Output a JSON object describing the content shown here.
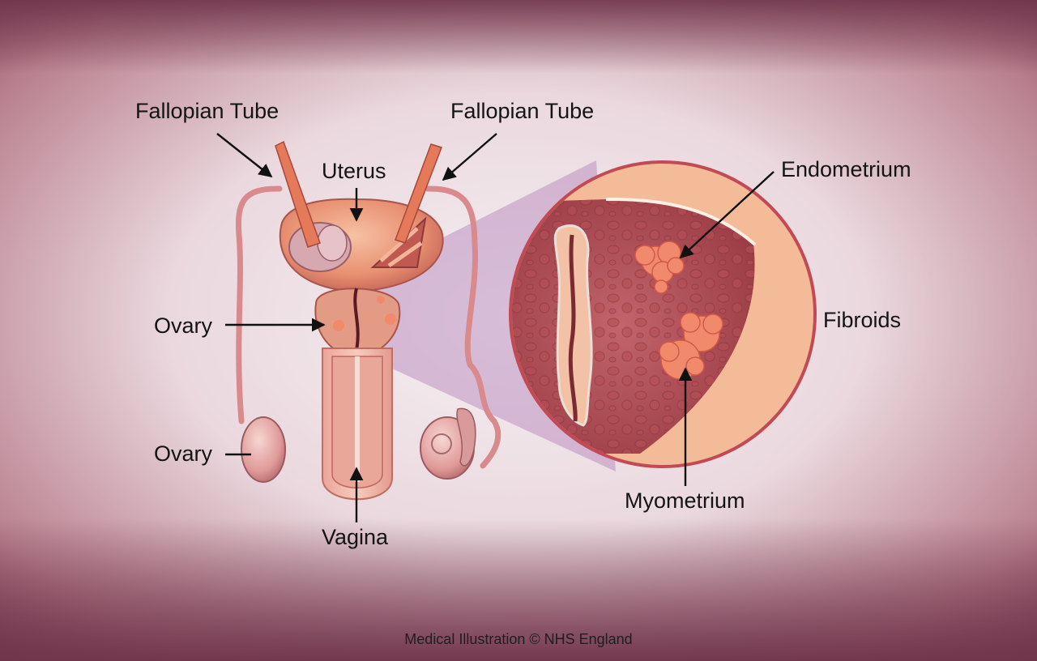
{
  "labels": {
    "fallopian_tube_left": "Fallopian Tube",
    "fallopian_tube_right": "Fallopian Tube",
    "uterus": "Uterus",
    "ovary_upper": "Ovary",
    "ovary_lower": "Ovary",
    "vagina": "Vagina",
    "endometrium": "Endometrium",
    "fibroids": "Fibroids",
    "myometrium": "Myometrium"
  },
  "credit": "Medical Illustration © NHS England",
  "colors": {
    "background_edge": "#7a3d52",
    "background_center": "#f4ecef",
    "tissue_light": "#f1b091",
    "tissue_mid": "#e0806a",
    "tissue_dark": "#a84a4c",
    "fibroid": "#f08a6a",
    "zoom_wedge": "#a56bb0"
  }
}
